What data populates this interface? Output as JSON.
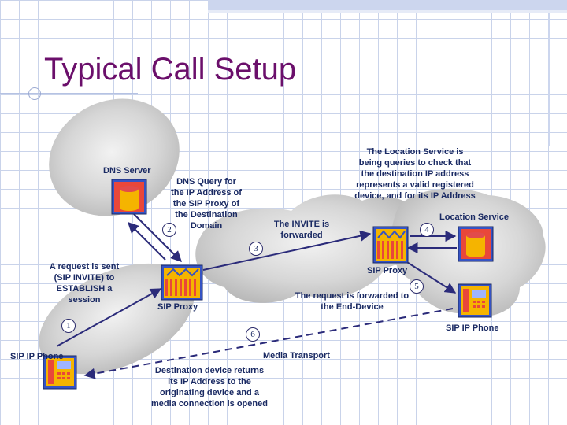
{
  "title": "Typical Call Setup",
  "nodes": {
    "dns_server": "DNS Server",
    "sip_proxy_left": "SIP Proxy",
    "sip_proxy_right": "SIP Proxy",
    "location_service": "Location Service",
    "sip_phone_left": "SIP IP Phone",
    "sip_phone_right": "SIP IP Phone"
  },
  "steps": [
    "1",
    "2",
    "3",
    "4",
    "5",
    "6"
  ],
  "annotations": {
    "request_sent": [
      "A request is sent",
      "(SIP INVITE) to",
      "ESTABLISH a",
      "session"
    ],
    "dns_query": [
      "DNS Query for",
      "the IP Address of",
      "the SIP Proxy of",
      "the Destination",
      "Domain"
    ],
    "invite_forwarded": [
      "The INVITE is",
      "forwarded"
    ],
    "location_query": [
      "The Location Service is",
      "being queries to check that",
      "the destination IP address",
      "represents a valid registered",
      "device, and for its IP Address"
    ],
    "forwarded_end": [
      "The request is forwarded to",
      "the End-Device"
    ],
    "media_transport": "Media Transport",
    "destination_returns": [
      "Destination device returns",
      "its IP Address to the",
      "originating device and a",
      "media connection is opened"
    ]
  },
  "colors": {
    "title": "#6b0f6b",
    "arrow": "#2b2b7a",
    "label": "#1a2a63",
    "cloud": "#c8c8c8"
  }
}
